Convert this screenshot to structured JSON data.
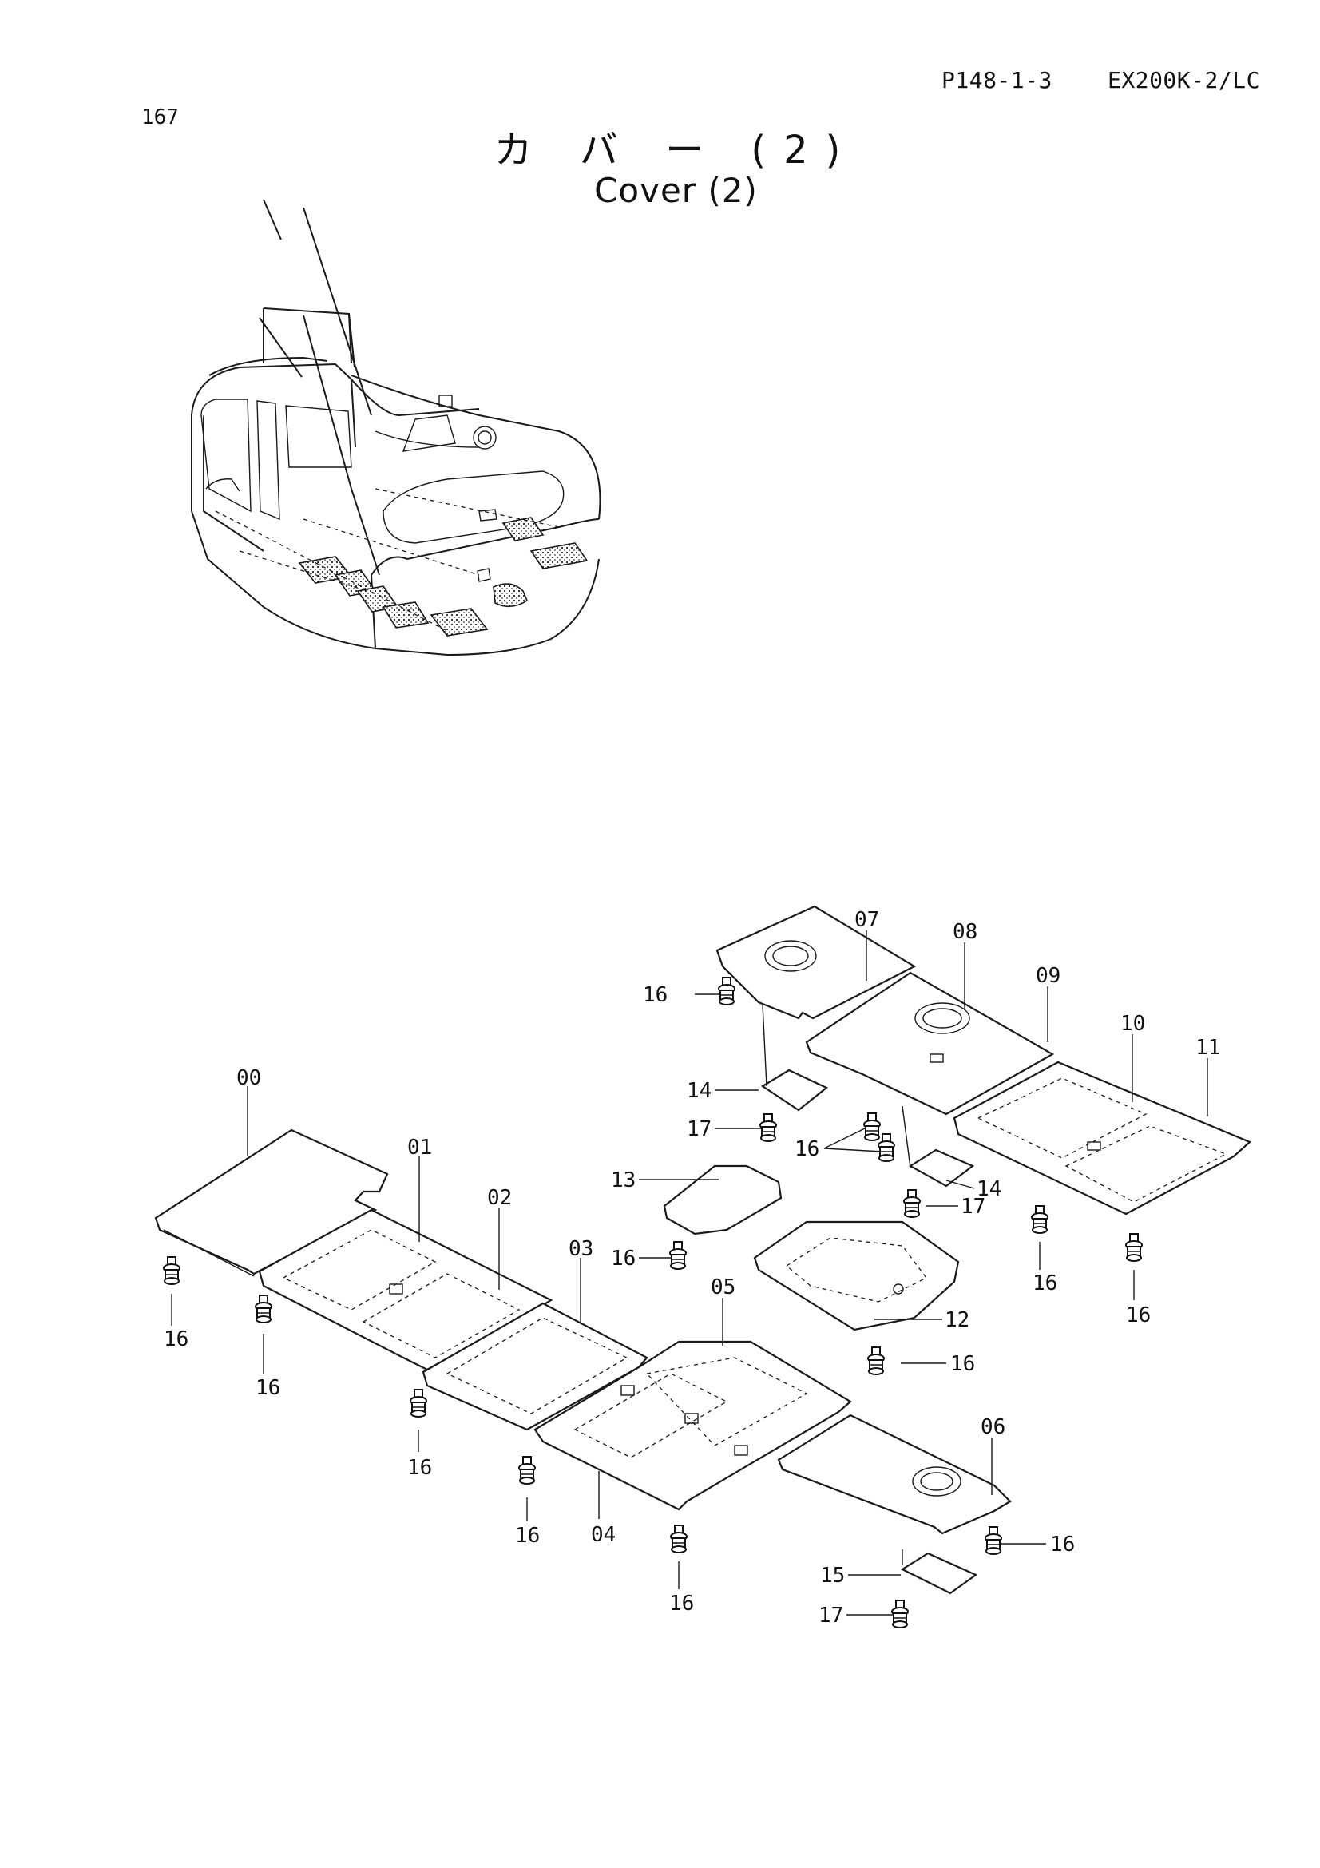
{
  "header": {
    "code": "P148-1-3",
    "model": "EX200K-2/LC",
    "page_number": "167"
  },
  "title": {
    "japanese": "カ バ ー (2)",
    "english": "Cover (2)"
  },
  "callouts": [
    {
      "id": "callout-00",
      "label": "00"
    },
    {
      "id": "callout-01",
      "label": "01"
    },
    {
      "id": "callout-02",
      "label": "02"
    },
    {
      "id": "callout-03",
      "label": "03"
    },
    {
      "id": "callout-04",
      "label": "04"
    },
    {
      "id": "callout-05",
      "label": "05"
    },
    {
      "id": "callout-06",
      "label": "06"
    },
    {
      "id": "callout-07",
      "label": "07"
    },
    {
      "id": "callout-08",
      "label": "08"
    },
    {
      "id": "callout-09",
      "label": "09"
    },
    {
      "id": "callout-10",
      "label": "10"
    },
    {
      "id": "callout-11",
      "label": "11"
    },
    {
      "id": "callout-12",
      "label": "12"
    },
    {
      "id": "callout-13",
      "label": "13"
    },
    {
      "id": "callout-14a",
      "label": "14"
    },
    {
      "id": "callout-14b",
      "label": "14"
    },
    {
      "id": "callout-15",
      "label": "15"
    },
    {
      "id": "callout-16a",
      "label": "16"
    },
    {
      "id": "callout-16b",
      "label": "16"
    },
    {
      "id": "callout-16c",
      "label": "16"
    },
    {
      "id": "callout-16d",
      "label": "16"
    },
    {
      "id": "callout-16e",
      "label": "16"
    },
    {
      "id": "callout-16f",
      "label": "16"
    },
    {
      "id": "callout-16g",
      "label": "16"
    },
    {
      "id": "callout-16h",
      "label": "16"
    },
    {
      "id": "callout-16i",
      "label": "16"
    },
    {
      "id": "callout-16j",
      "label": "16"
    },
    {
      "id": "callout-16k",
      "label": "16"
    },
    {
      "id": "callout-16l",
      "label": "16"
    },
    {
      "id": "callout-16m",
      "label": "16"
    },
    {
      "id": "callout-17a",
      "label": "17"
    },
    {
      "id": "callout-17b",
      "label": "17"
    },
    {
      "id": "callout-17c",
      "label": "17"
    }
  ]
}
